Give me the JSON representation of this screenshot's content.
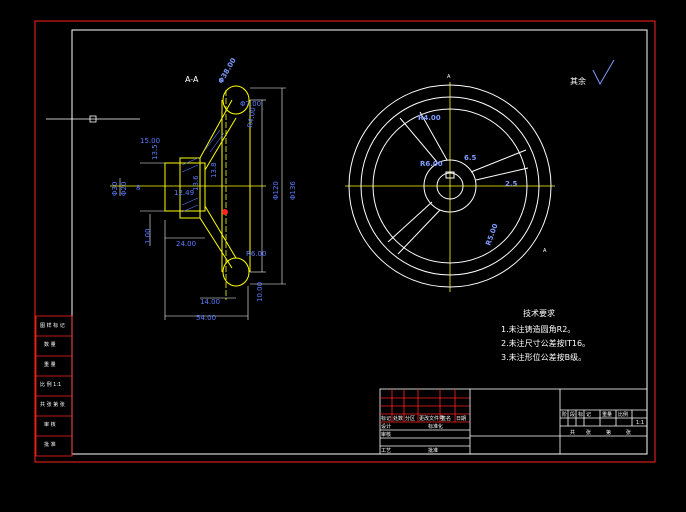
{
  "section_label": "A-A",
  "view_label": "A",
  "roughness_label": "其余",
  "tech_requirements": {
    "title": "技术要求",
    "items": [
      "1.未注铸造圆角R2。",
      "2.未注尺寸公差按IT16。",
      "3.未注形位公差按B级。"
    ]
  },
  "left_dimensions": {
    "d_top_hub": "Φ38.00",
    "d_top_hole": "Φ7.00",
    "r_hub": "R4.00",
    "spoke_w": "15.00",
    "d_hub_outer": "Φ30",
    "d_hub_inner": "Φ20",
    "k_8": "8",
    "k_12": "12.49",
    "k_13_6": "13.6",
    "k_13_8": "13.8",
    "k_13_5": "13.5",
    "k_1": "1.00",
    "k_24": "24.00",
    "bot_r": "R6.00",
    "d_rim": "Φ120",
    "d_total": "Φ136",
    "w_14": "14.00",
    "w_54": "54.00",
    "h_10": "10.00"
  },
  "right_dimensions": {
    "r_spoke": "R4.00",
    "r_hub": "R6.00",
    "d_6_5": "6.5",
    "d_2_5": "2.5",
    "r_bottom": "R5.00"
  },
  "left_side_block": {
    "rows": [
      "图 样 标 记",
      "数 量",
      "重 量",
      "比 例 1:1",
      "共 张 第 张",
      "审 核",
      "批 准"
    ]
  },
  "title_block": {
    "left_rows": [
      [
        "标记",
        "处数",
        "分区",
        "更改文件号",
        "签名",
        "日期"
      ],
      [
        "设计",
        "",
        "",
        "标准化",
        "",
        ""
      ],
      [
        "审核",
        "",
        "",
        "",
        "",
        ""
      ],
      [
        "工艺",
        "",
        "",
        "批准",
        "",
        ""
      ]
    ],
    "right_top": [
      "阶",
      "段",
      "标",
      "记",
      "重量",
      "比例"
    ],
    "scale": "1:1",
    "right_bottom": [
      "共",
      "张",
      "第",
      "张"
    ]
  }
}
